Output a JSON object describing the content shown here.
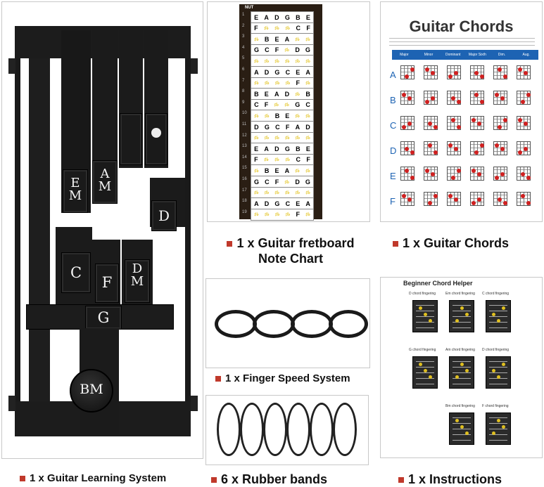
{
  "captions": {
    "learning": {
      "qty": "1 x",
      "text": "Guitar Learning System"
    },
    "fretboard": {
      "qty": "1 x",
      "line1": "Guitar fretboard",
      "line2": "Note Chart"
    },
    "chords": {
      "qty": "1 x",
      "text": "Guitar Chords"
    },
    "speed": {
      "qty": "1 x",
      "text": "Finger Speed System"
    },
    "bands": {
      "qty": "6 x",
      "text": "Rubber bands"
    },
    "instructions": {
      "qty": "1 x",
      "text": "Instructions"
    }
  },
  "keys": {
    "em": "E\nM",
    "am": "A\nM",
    "d": "D",
    "c": "C",
    "f": "F",
    "dm": "D\nM",
    "g": "G",
    "bm": "BM"
  },
  "fretboard_chart": {
    "nut_label": "NUT",
    "rows": [
      [
        "E",
        "A",
        "D",
        "G",
        "B",
        "E"
      ],
      [
        "F",
        "♯♭",
        "♯♭",
        "♯♭",
        "C",
        "F"
      ],
      [
        "♯♭",
        "B",
        "E",
        "A",
        "♯♭",
        "♯♭"
      ],
      [
        "G",
        "C",
        "F",
        "♯♭",
        "D",
        "G"
      ],
      [
        "♯♭",
        "♯♭",
        "♯♭",
        "♯♭",
        "♯♭",
        "♯♭"
      ],
      [
        "A",
        "D",
        "G",
        "C",
        "E",
        "A"
      ],
      [
        "♯♭",
        "♯♭",
        "♯♭",
        "♯♭",
        "F",
        "♯♭"
      ],
      [
        "B",
        "E",
        "A",
        "D",
        "♯♭",
        "B"
      ],
      [
        "C",
        "F",
        "♯♭",
        "♯♭",
        "G",
        "C"
      ],
      [
        "♯♭",
        "♯♭",
        "B",
        "E",
        "♯♭",
        "♯♭"
      ],
      [
        "D",
        "G",
        "C",
        "F",
        "A",
        "D"
      ],
      [
        "♯♭",
        "♯♭",
        "♯♭",
        "♯♭",
        "♯♭",
        "♯♭"
      ],
      [
        "E",
        "A",
        "D",
        "G",
        "B",
        "E"
      ],
      [
        "F",
        "♯♭",
        "♯♭",
        "♯♭",
        "C",
        "F"
      ],
      [
        "♯♭",
        "B",
        "E",
        "A",
        "♯♭",
        "♯♭"
      ],
      [
        "G",
        "C",
        "F",
        "♯♭",
        "D",
        "G"
      ],
      [
        "♯♭",
        "♯♭",
        "♯♭",
        "♯♭",
        "♯♭",
        "♯♭"
      ],
      [
        "A",
        "D",
        "G",
        "C",
        "E",
        "A"
      ],
      [
        "♯♭",
        "♯♭",
        "♯♭",
        "♯♭",
        "F",
        "♯♭"
      ]
    ]
  },
  "chords_chart": {
    "title": "Guitar Chords",
    "columns": [
      "Major",
      "Minor",
      "Dominant Seventh",
      "Major Sixth",
      "Dim.",
      "Aug."
    ],
    "rows": [
      "A",
      "B",
      "C",
      "D",
      "E",
      "F"
    ]
  },
  "helper": {
    "title": "Beginner Chord Helper",
    "cards": [
      "D chord fingering",
      "Em chord fingering",
      "C chord fingering",
      "G chord fingering",
      "Am chord fingering",
      "D chord fingering",
      "Bm chord fingering",
      "F chord fingering"
    ]
  },
  "colors": {
    "accent_red": "#c0392b",
    "chart_blue": "#1d63b3",
    "plastic": "#1a1a1a",
    "note_yellow": "#e3c320"
  }
}
